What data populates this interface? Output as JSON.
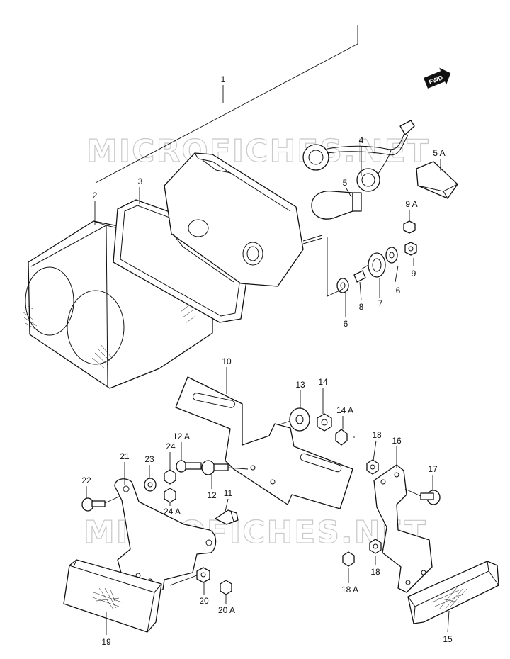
{
  "watermark": {
    "text": "MICROFICHES.NET"
  },
  "direction_badge": {
    "text": "FWD"
  },
  "callouts": {
    "c1": "1",
    "c2": "2",
    "c3": "3",
    "c4": "4",
    "c5": "5",
    "c5a": "5 A",
    "c6a": "6",
    "c6b": "6",
    "c7": "7",
    "c8": "8",
    "c9": "9",
    "c9a": "9 A",
    "c10": "10",
    "c11": "11",
    "c12": "12",
    "c12a": "12 A",
    "c13": "13",
    "c14": "14",
    "c14a": "14 A",
    "c15": "15",
    "c16": "16",
    "c17": "17",
    "c18a": "18",
    "c18b": "18",
    "c18c": "18 A",
    "c19": "19",
    "c20": "20",
    "c20a": "20 A",
    "c21": "21",
    "c22": "22",
    "c23": "23",
    "c24": "24",
    "c24a": "24 A"
  },
  "parts": [
    {
      "ref": "1",
      "name": "tail-lamp-assembly"
    },
    {
      "ref": "2",
      "name": "lens"
    },
    {
      "ref": "3",
      "name": "gasket"
    },
    {
      "ref": "4",
      "name": "socket-harness"
    },
    {
      "ref": "5",
      "name": "bulb"
    },
    {
      "ref": "5 A",
      "name": "cushion-block"
    },
    {
      "ref": "6",
      "name": "washer"
    },
    {
      "ref": "7",
      "name": "grommet"
    },
    {
      "ref": "8",
      "name": "spacer"
    },
    {
      "ref": "9",
      "name": "nut"
    },
    {
      "ref": "9 A",
      "name": "nut"
    },
    {
      "ref": "10",
      "name": "bracket"
    },
    {
      "ref": "11",
      "name": "clamp"
    },
    {
      "ref": "12",
      "name": "bolt"
    },
    {
      "ref": "12 A",
      "name": "bolt"
    },
    {
      "ref": "13",
      "name": "washer"
    },
    {
      "ref": "14",
      "name": "nut"
    },
    {
      "ref": "14 A",
      "name": "nut"
    },
    {
      "ref": "15",
      "name": "reflector-right"
    },
    {
      "ref": "16",
      "name": "stay-right"
    },
    {
      "ref": "17",
      "name": "screw"
    },
    {
      "ref": "18",
      "name": "nut"
    },
    {
      "ref": "18 A",
      "name": "nut"
    },
    {
      "ref": "19",
      "name": "reflector-left"
    },
    {
      "ref": "20",
      "name": "nut"
    },
    {
      "ref": "20 A",
      "name": "nut"
    },
    {
      "ref": "21",
      "name": "stay-left"
    },
    {
      "ref": "22",
      "name": "screw"
    },
    {
      "ref": "23",
      "name": "washer"
    },
    {
      "ref": "24",
      "name": "nut"
    },
    {
      "ref": "24 A",
      "name": "nut"
    }
  ]
}
